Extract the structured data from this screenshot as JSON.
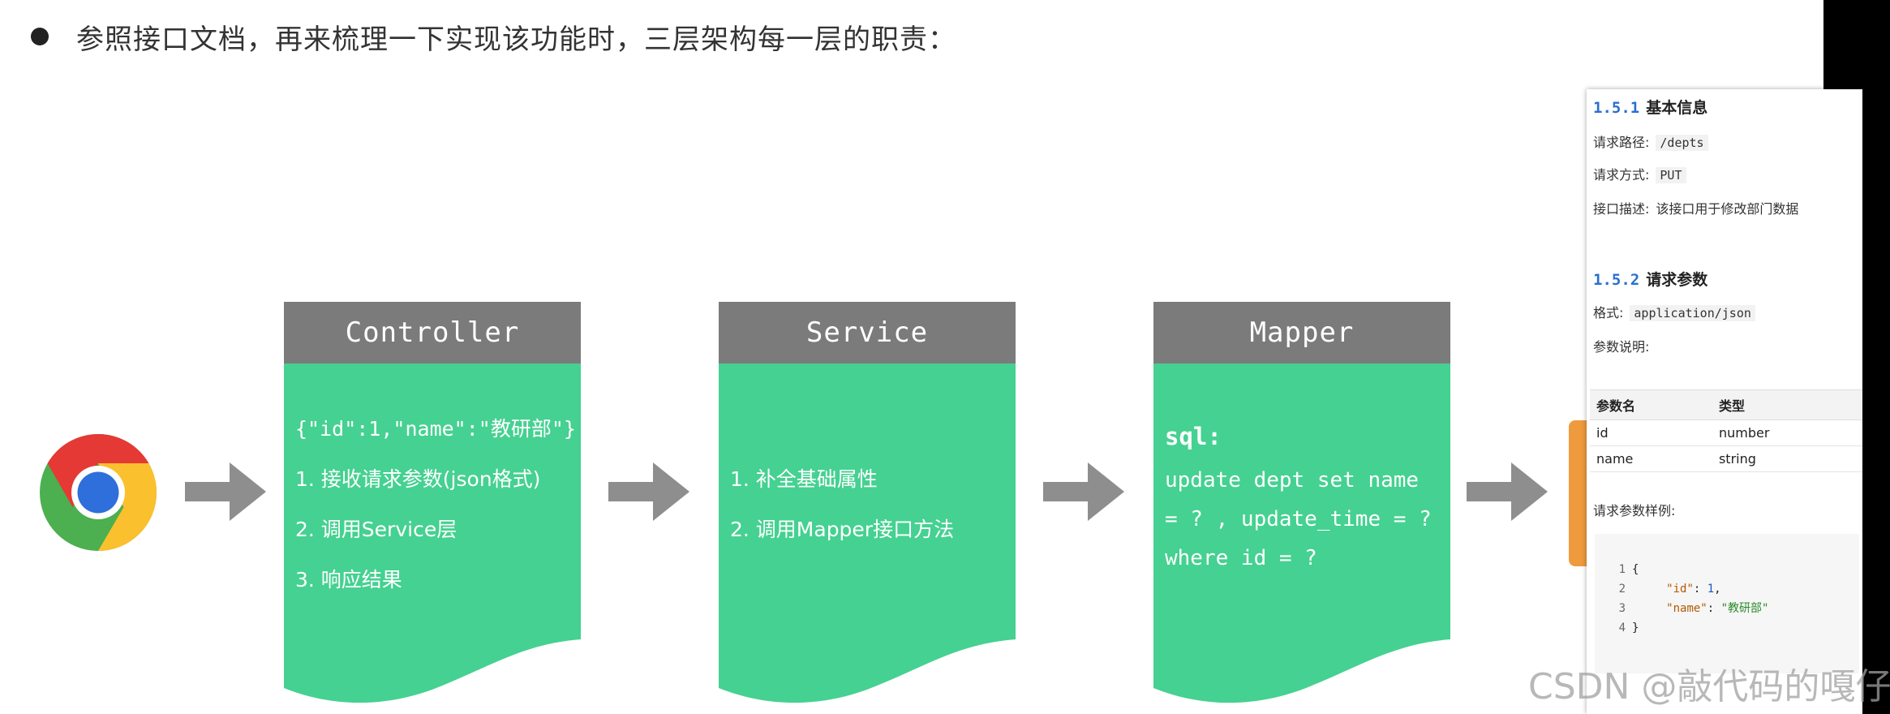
{
  "heading": "参照接口文档，再来梳理一下实现该功能时，三层架构每一层的职责：",
  "icons": [
    "chrome-browser-icon",
    "arrow-right-icon"
  ],
  "colors": {
    "header_gray": "#7b7b7b",
    "body_green": "#45d191",
    "arrow_gray": "#8e8e8e",
    "accent_blue": "#2b6fce"
  },
  "flow": {
    "controller": {
      "title": "Controller",
      "items": [
        "{\"id\":1,\"name\":\"教研部\"}",
        "1. 接收请求参数(json格式)",
        "2. 调用Service层",
        "3. 响应结果"
      ]
    },
    "service": {
      "title": "Service",
      "items": [
        "1. 补全基础属性",
        "2. 调用Mapper接口方法"
      ]
    },
    "mapper": {
      "title": "Mapper",
      "sql_label": "sql:",
      "sql_lines": [
        "update dept set name",
        "= ? , update_time = ?",
        "where id = ?"
      ]
    }
  },
  "doc": {
    "basic": {
      "num": "1.5.1",
      "title": "基本信息",
      "path_label": "请求路径:",
      "path_value": "/depts",
      "method_label": "请求方式:",
      "method_value": "PUT",
      "desc_label": "接口描述:",
      "desc_value": "该接口用于修改部门数据"
    },
    "params": {
      "num": "1.5.2",
      "title": "请求参数",
      "format_label": "格式:",
      "format_value": "application/json",
      "explain_label": "参数说明:",
      "columns": [
        "参数名",
        "类型"
      ],
      "rows": [
        [
          "id",
          "number"
        ],
        [
          "name",
          "string"
        ]
      ],
      "example_label": "请求参数样例:",
      "code": {
        "ln": [
          "1",
          "2",
          "3",
          "4"
        ],
        "open": "{",
        "key1": "\"id\"",
        "val1": "1",
        "key2": "\"name\"",
        "val2": "\"教研部\"",
        "close": "}"
      }
    }
  },
  "watermark": "CSDN @敲代码的嘎仔"
}
